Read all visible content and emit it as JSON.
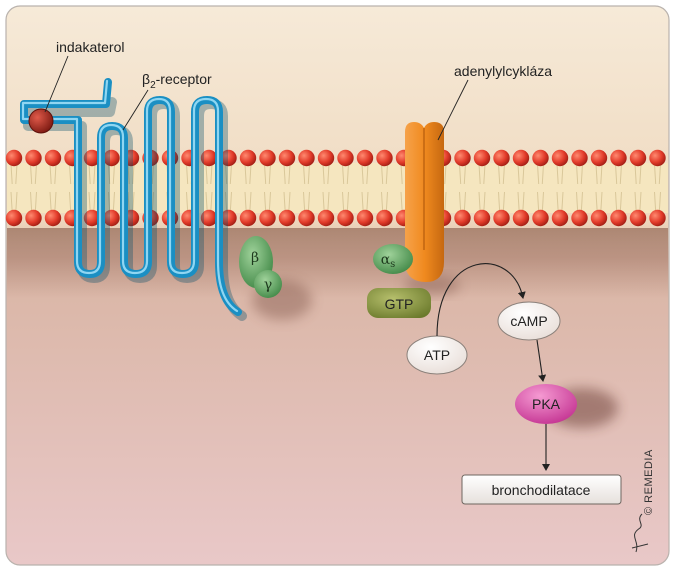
{
  "labels": {
    "ligand": "indakaterol",
    "receptor_beta": "β",
    "receptor_sub": "2",
    "receptor_suffix": "-receptor",
    "enzyme": "adenylylcykláza",
    "subunit_beta": "β",
    "subunit_gamma": "γ",
    "alpha": "α",
    "alpha_sub": "s",
    "gtp": "GTP",
    "atp": "ATP",
    "camp": "cAMP",
    "pka": "PKA",
    "outcome": "bronchodilatace",
    "credit": "© REMEDIA"
  },
  "colors": {
    "membrane_head": "#e23b2a",
    "membrane_tail": "#f5e6bf",
    "receptor": "#1e9fd3",
    "ligand": "#b3271c",
    "enzyme": "#f08a1f",
    "gprotein_green": "#4f9a54",
    "gtp_olive": "#7c8a3a",
    "pka_magenta": "#d63b9f",
    "background_top": "#f3e3cf",
    "background_bottom": "#e6c3c3"
  }
}
